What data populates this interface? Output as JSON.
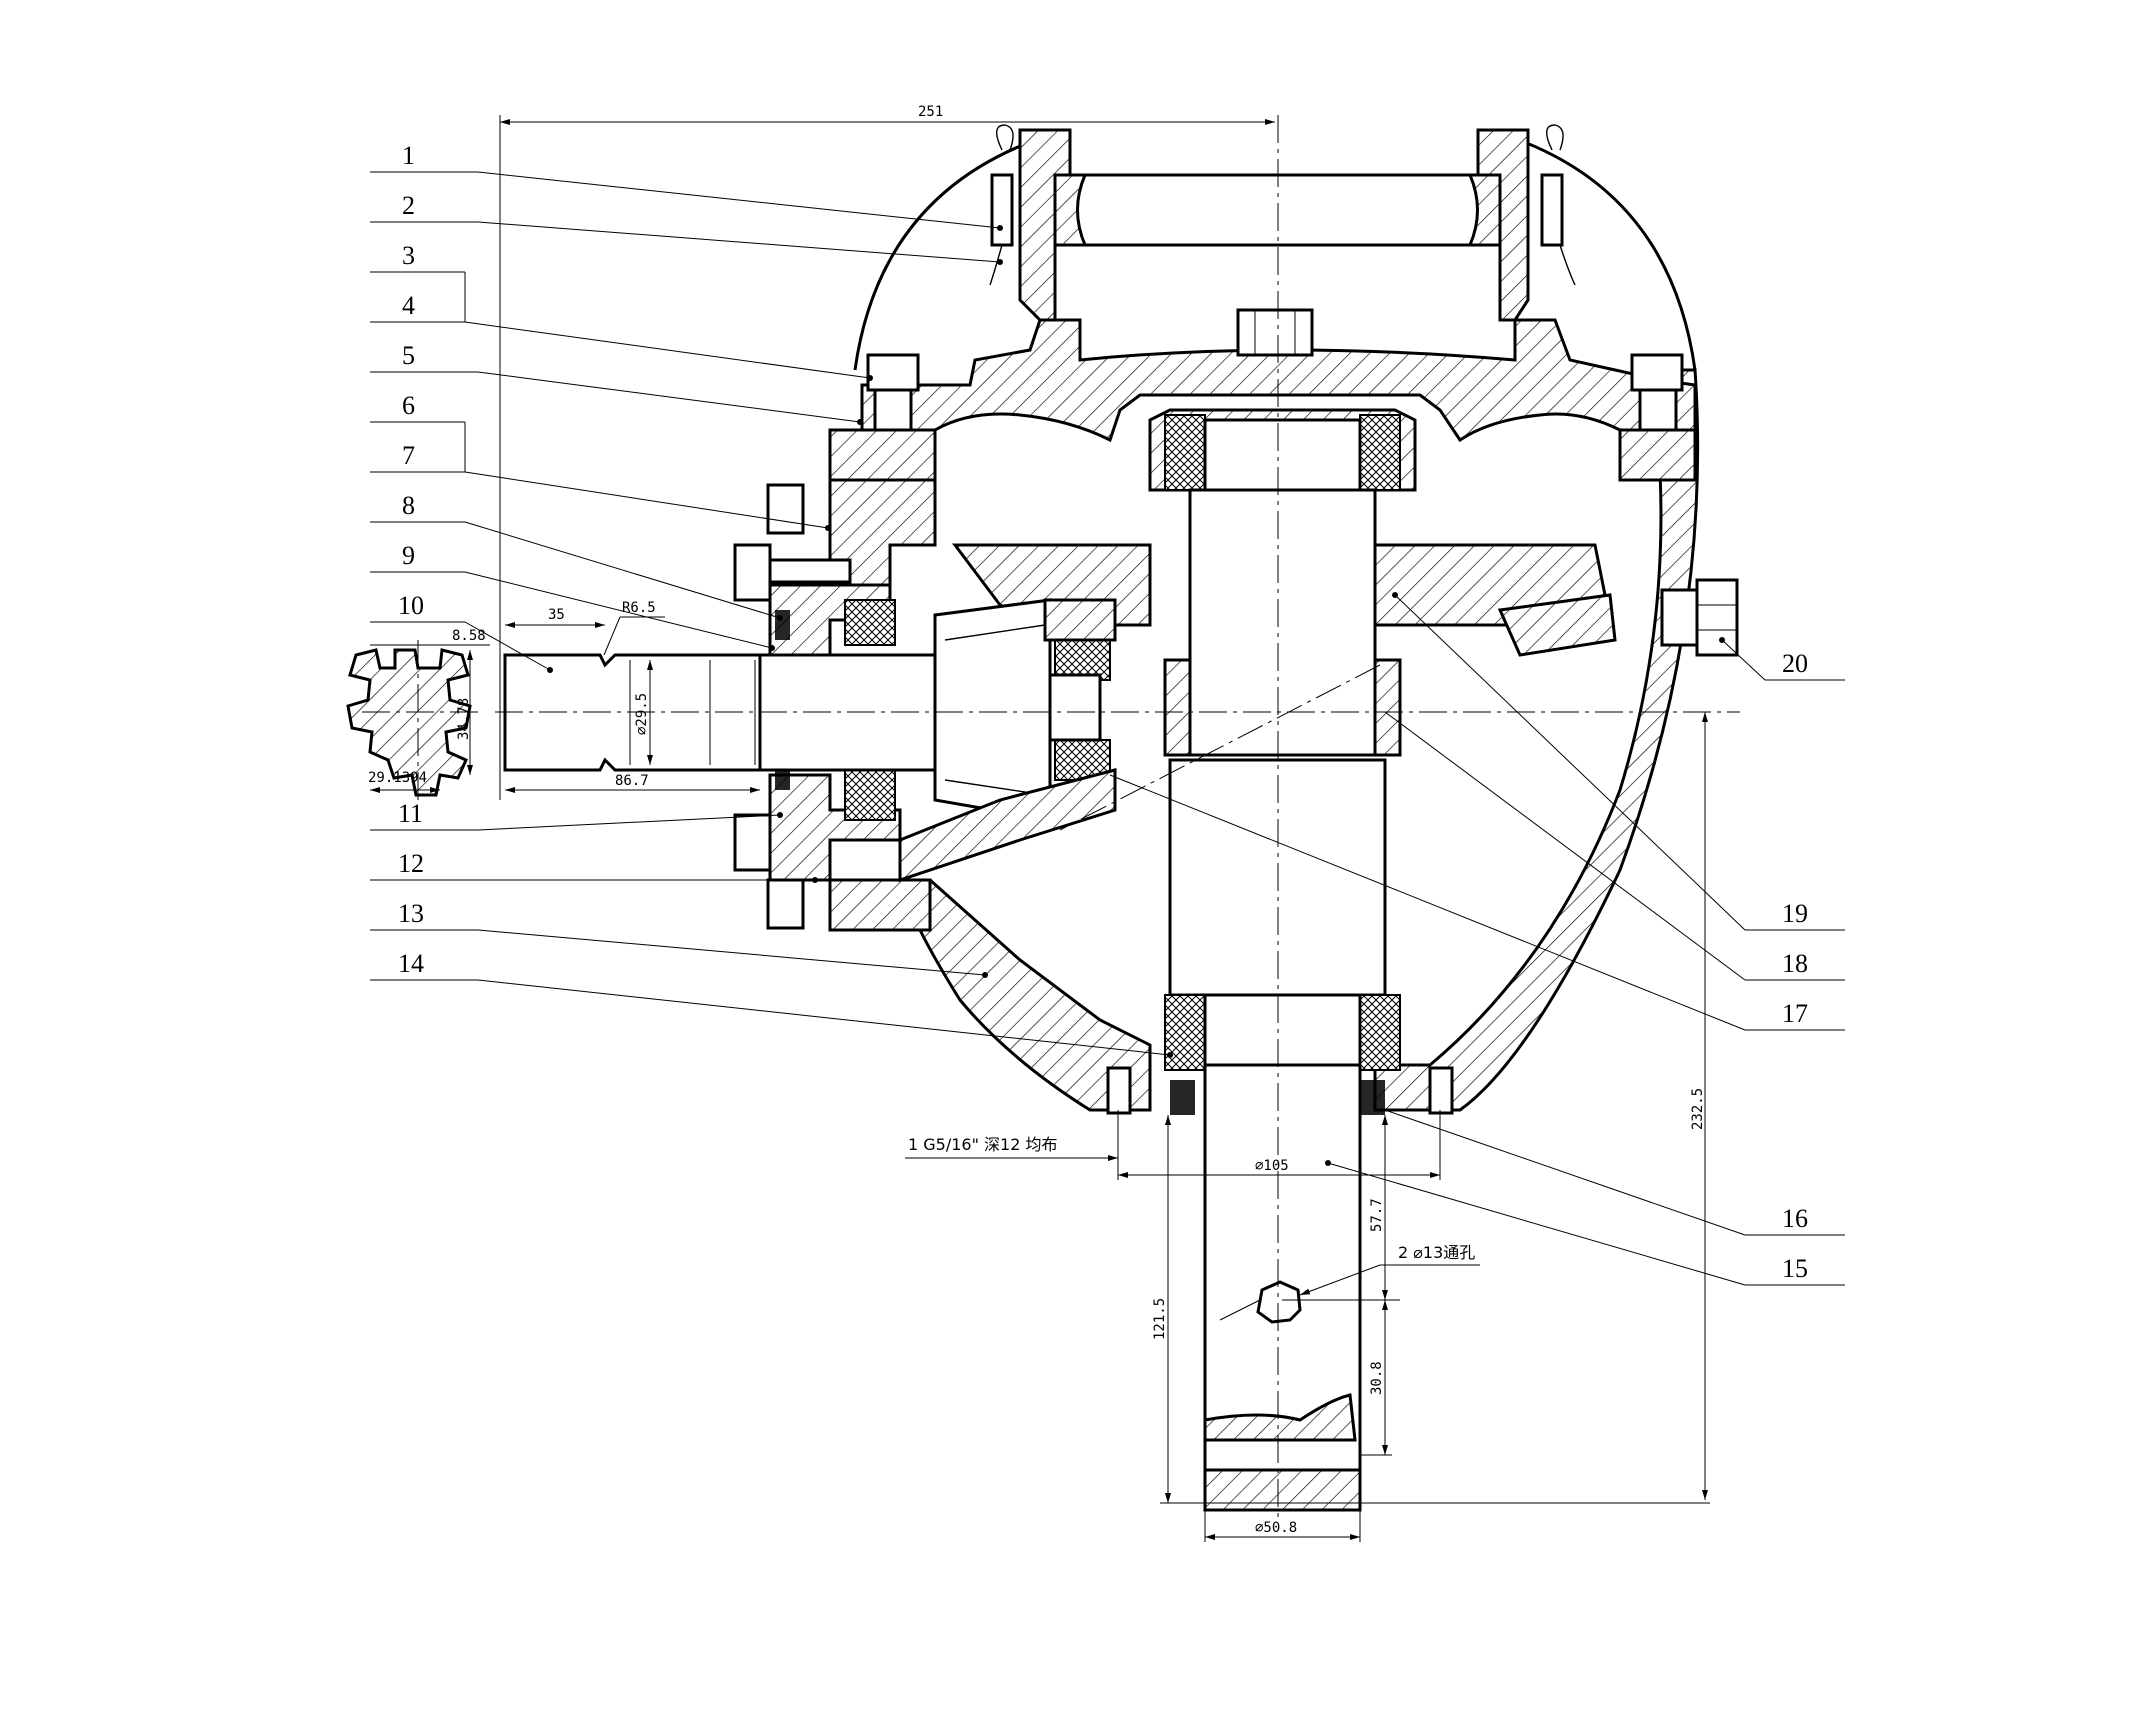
{
  "part_labels": [
    "1",
    "2",
    "3",
    "4",
    "5",
    "6",
    "7",
    "8",
    "9",
    "10",
    "11",
    "12",
    "13",
    "14",
    "15",
    "16",
    "17",
    "18",
    "19",
    "20"
  ],
  "dimensions": {
    "overall_width": "251",
    "spline_len": "35",
    "radius": "R6.5",
    "spline_pitch": "8.58",
    "spline_dia": "34.78",
    "spline_width": "29.1394",
    "input_shaft_dia": "⌀29.5",
    "input_len": "86.7",
    "overall_height": "232.5",
    "bolt_circle": "⌀105",
    "thread_note": "1 G5/16\" 深12 均布",
    "output_len": "121.5",
    "hole_offset": "57.7",
    "hole_note": "2 ⌀13通孔",
    "hole_bottom": "30.8",
    "output_dia": "⌀50.8"
  }
}
